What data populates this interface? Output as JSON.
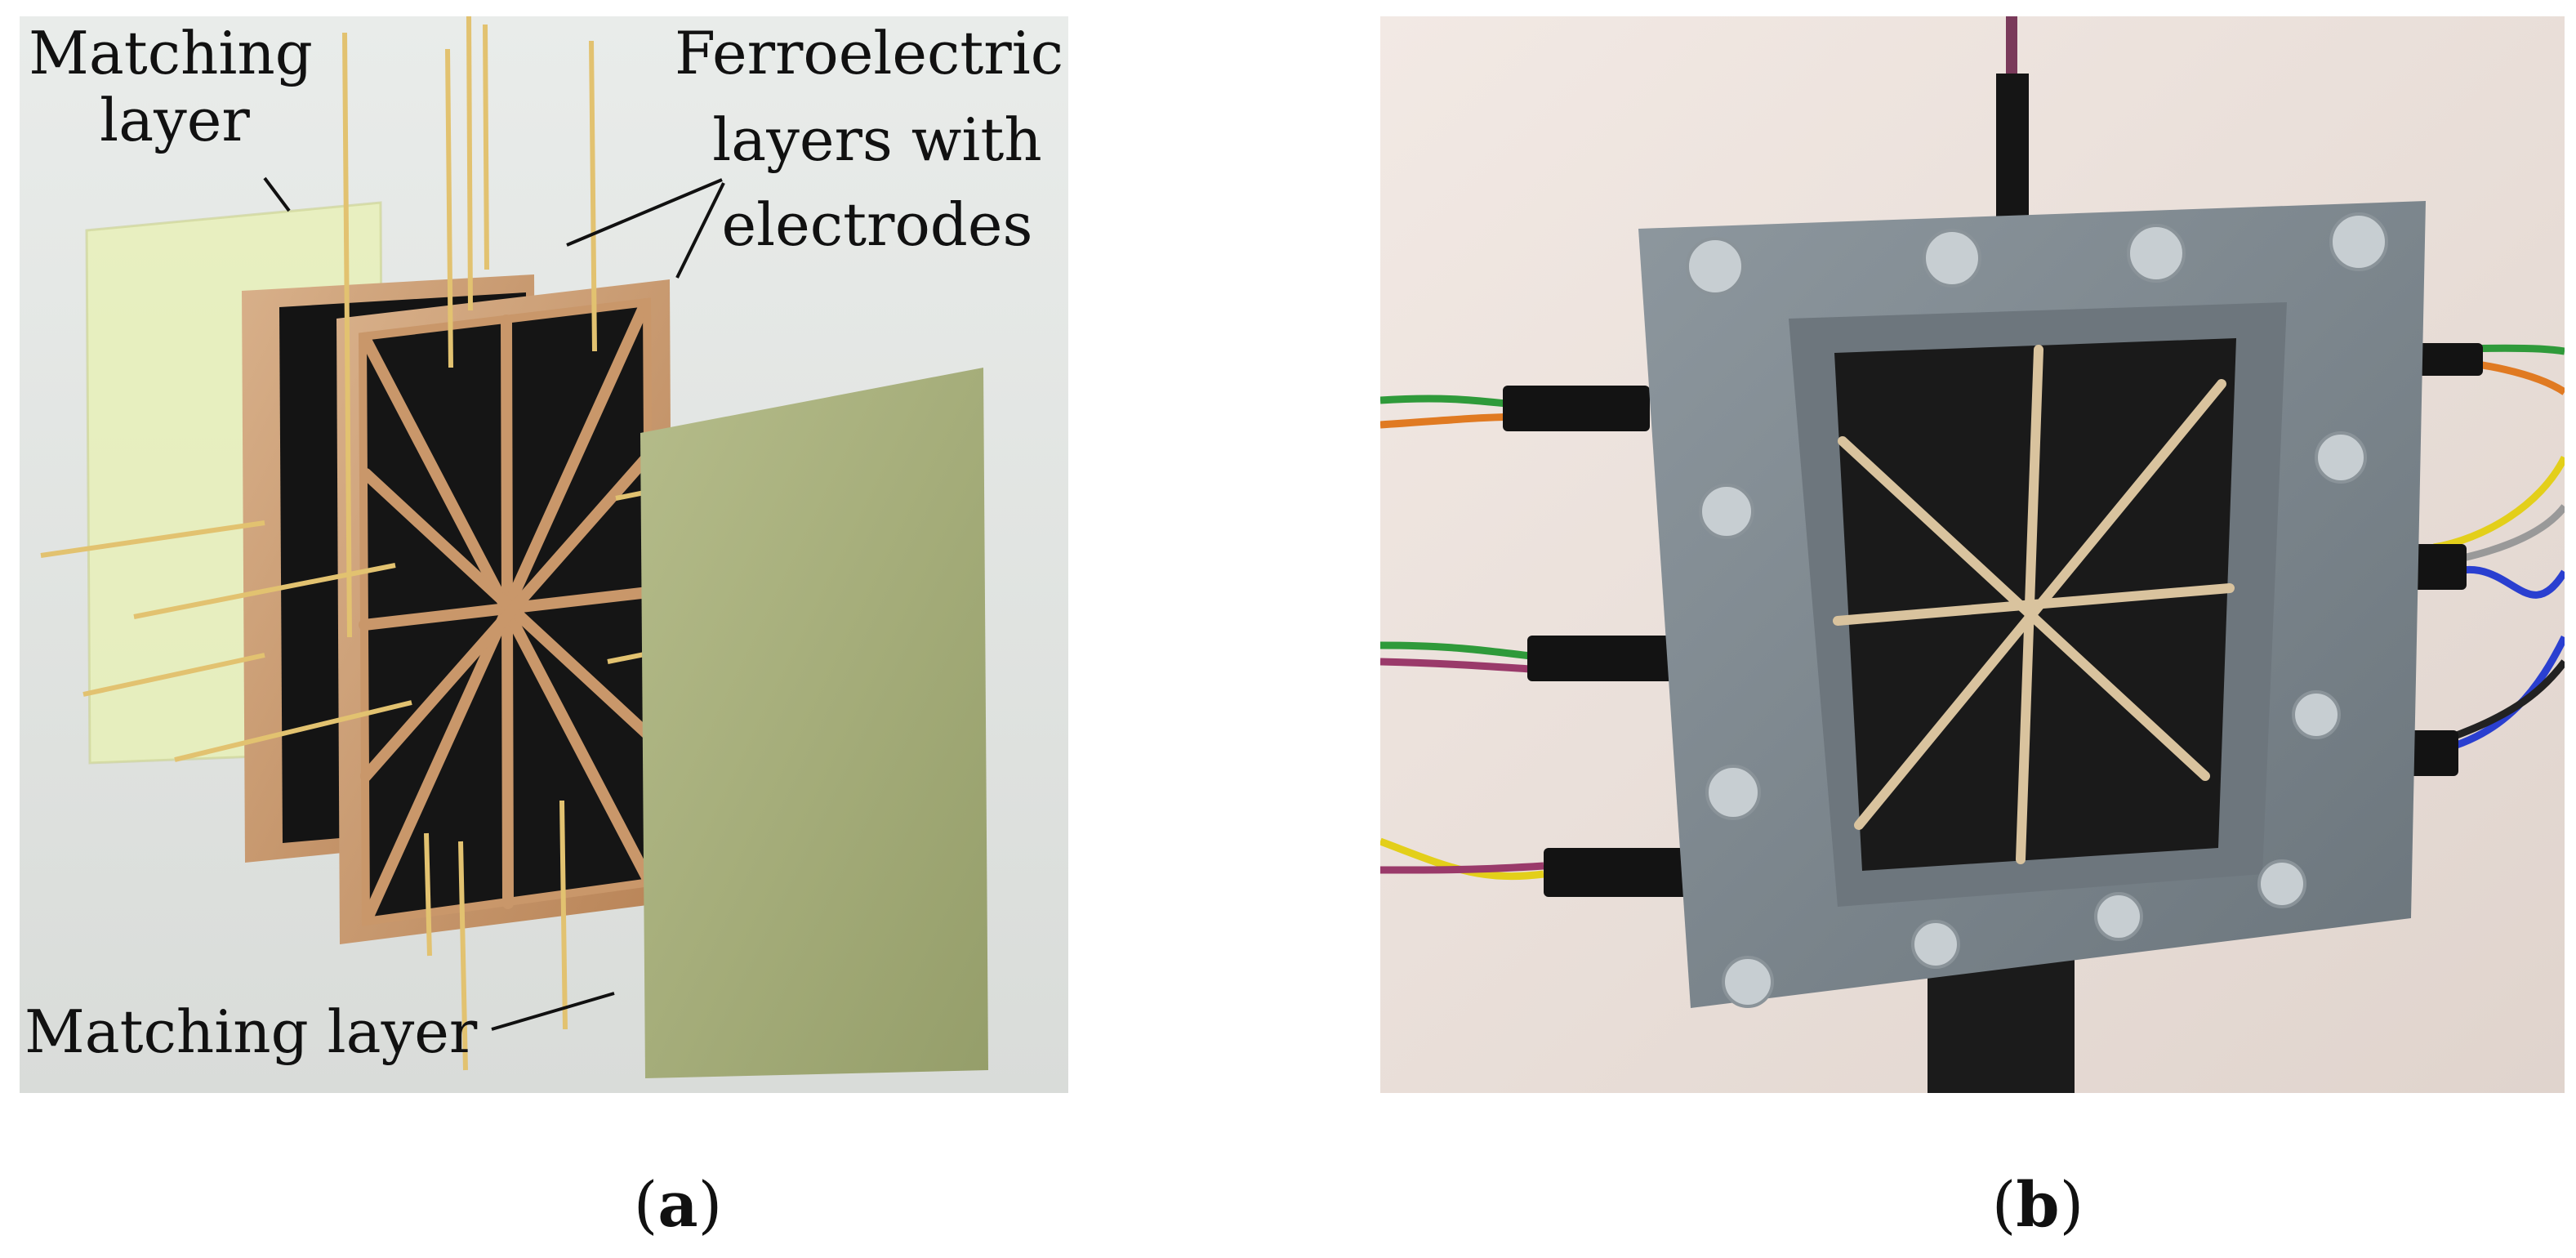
{
  "panel_a": {
    "labels": {
      "matching_top_line1": "Matching",
      "matching_top_line2": "layer",
      "ferro_line1": "Ferroelectric",
      "ferro_line2": "layers with",
      "ferro_line3": "electrodes",
      "matching_bottom": "Matching layer"
    }
  },
  "captions": {
    "a_open": "(",
    "a_letter": "a",
    "a_close": ")",
    "b_open": "(",
    "b_letter": "b",
    "b_close": ")"
  },
  "colors": {
    "matching_front": "#a3ac78",
    "matching_back": "#e6eec0",
    "copper_frame": "#c89a6e",
    "electrode": "#151515",
    "housing": "#7b858c",
    "wall": "#eadfd9"
  }
}
